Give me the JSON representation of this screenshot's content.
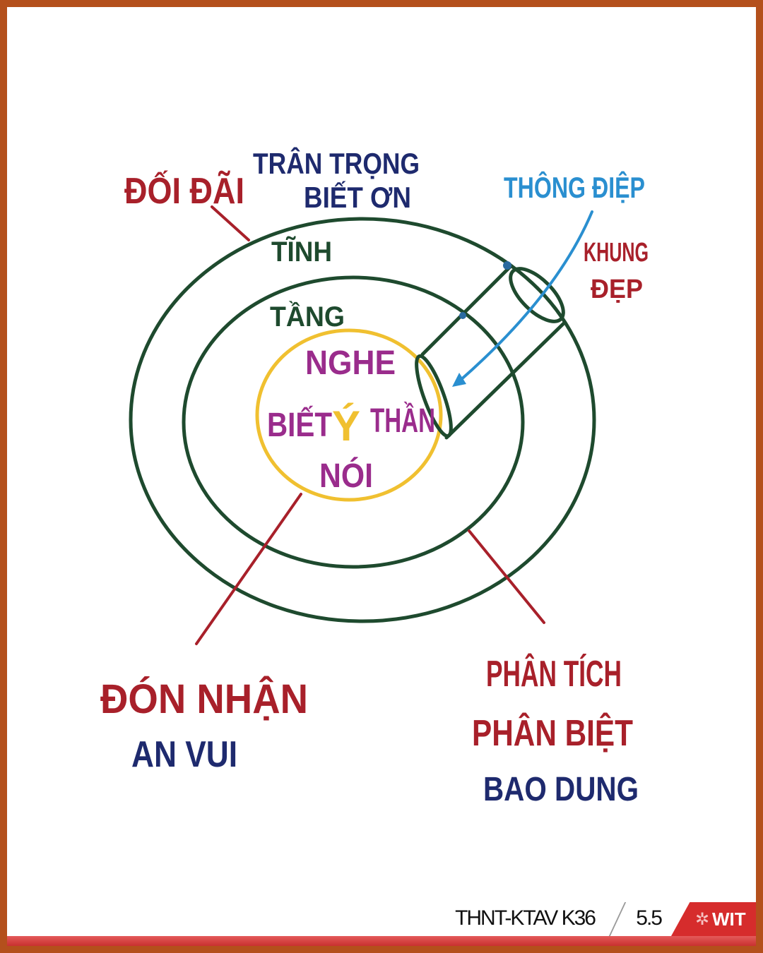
{
  "labels": {
    "doi_dai": "ĐỐI ĐÃI",
    "tran_trong": "TRÂN TRỌNG",
    "biet_on": "BIẾT ƠN",
    "thong_diep": "THÔNG ĐIỆP",
    "khung": "KHUNG",
    "dep": "ĐẸP",
    "tinh": "TĨNH",
    "tang": "TẦNG",
    "nghe": "NGHE",
    "biet": "BIẾT",
    "y": "Ý",
    "than": "THẦN",
    "noi": "NÓI",
    "don_nhan": "ĐÓN NHẬN",
    "an_vui": "AN VUI",
    "phan_tich": "PHÂN TÍCH",
    "phan_biet": "PHÂN BIỆT",
    "bao_dung": "BAO DUNG"
  },
  "footer": {
    "course": "THNT-KTAV K36",
    "page": "5.5",
    "logo": "WIT"
  },
  "colors": {
    "frame": "#b4501c",
    "red": "#a8202a",
    "navy": "#1e2a6e",
    "blue": "#2a8fd0",
    "green": "#1e4a2e",
    "purple": "#9a2c8c",
    "yellow": "#f0c030",
    "footer_red": "#d62c2c"
  }
}
